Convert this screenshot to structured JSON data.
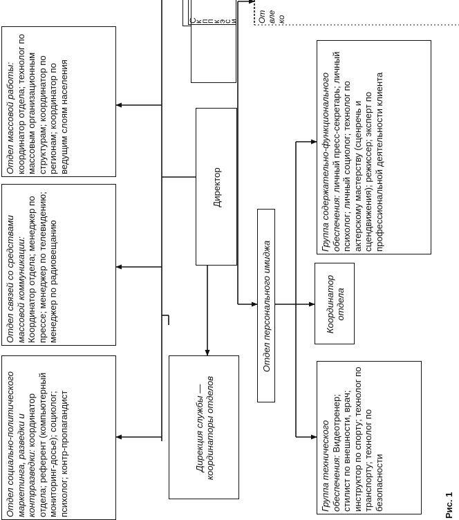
{
  "boxes": {
    "top_left_partial": {
      "lines": [
        "С",
        "к",
        "п",
        "п",
        "к",
        "э",
        "с",
        "и"
      ]
    },
    "top_right_partial": {
      "lines": [
        "От",
        "вле",
        "ко"
      ]
    },
    "mass_work": {
      "title": "Отдел массовой работы:",
      "content": "координатор отдела; технолог по массовым организационным структурам; координатор по регионам; координатор по ведущим слоям населения"
    },
    "media_relations": {
      "title": "Отдел связей со средствами массовой коммуникации:",
      "content": "Координатор отдела; менеджер по прессе; менеджер по телевидению; менеджер по радиовещанию"
    },
    "marketing": {
      "title": "Отдел социально-политического маркетинга, разведки и контрразведки:",
      "content": "координатор отдела; референт (компьютерный мониторинг-досье); социолог; психолог; контр-пропагандист"
    },
    "director": {
      "label": "Директор"
    },
    "directorate": {
      "label": "Дирекция службы — координаторы отделов"
    },
    "personal_image": {
      "label": "Отдел персонального имиджа"
    },
    "dept_coordinator": {
      "label": "Координатор отдела"
    },
    "content_group": {
      "title": "Группа содержательно-функционального обеспечения:",
      "content": "личный пресс-секретарь; личный психолог; личный социолог; технолог по актерскому мастерству (сценречь и сцендвижения); режиссер; эксперт по профессиональной деятельности клиента"
    },
    "tech_group": {
      "title": "Группа технического обеспечения:",
      "content": "Видеотренер; стилист по внешности, врач; инструктор по спорту; технолог по транспорту; технолог по безопасности"
    }
  },
  "caption": "Рис. 1"
}
